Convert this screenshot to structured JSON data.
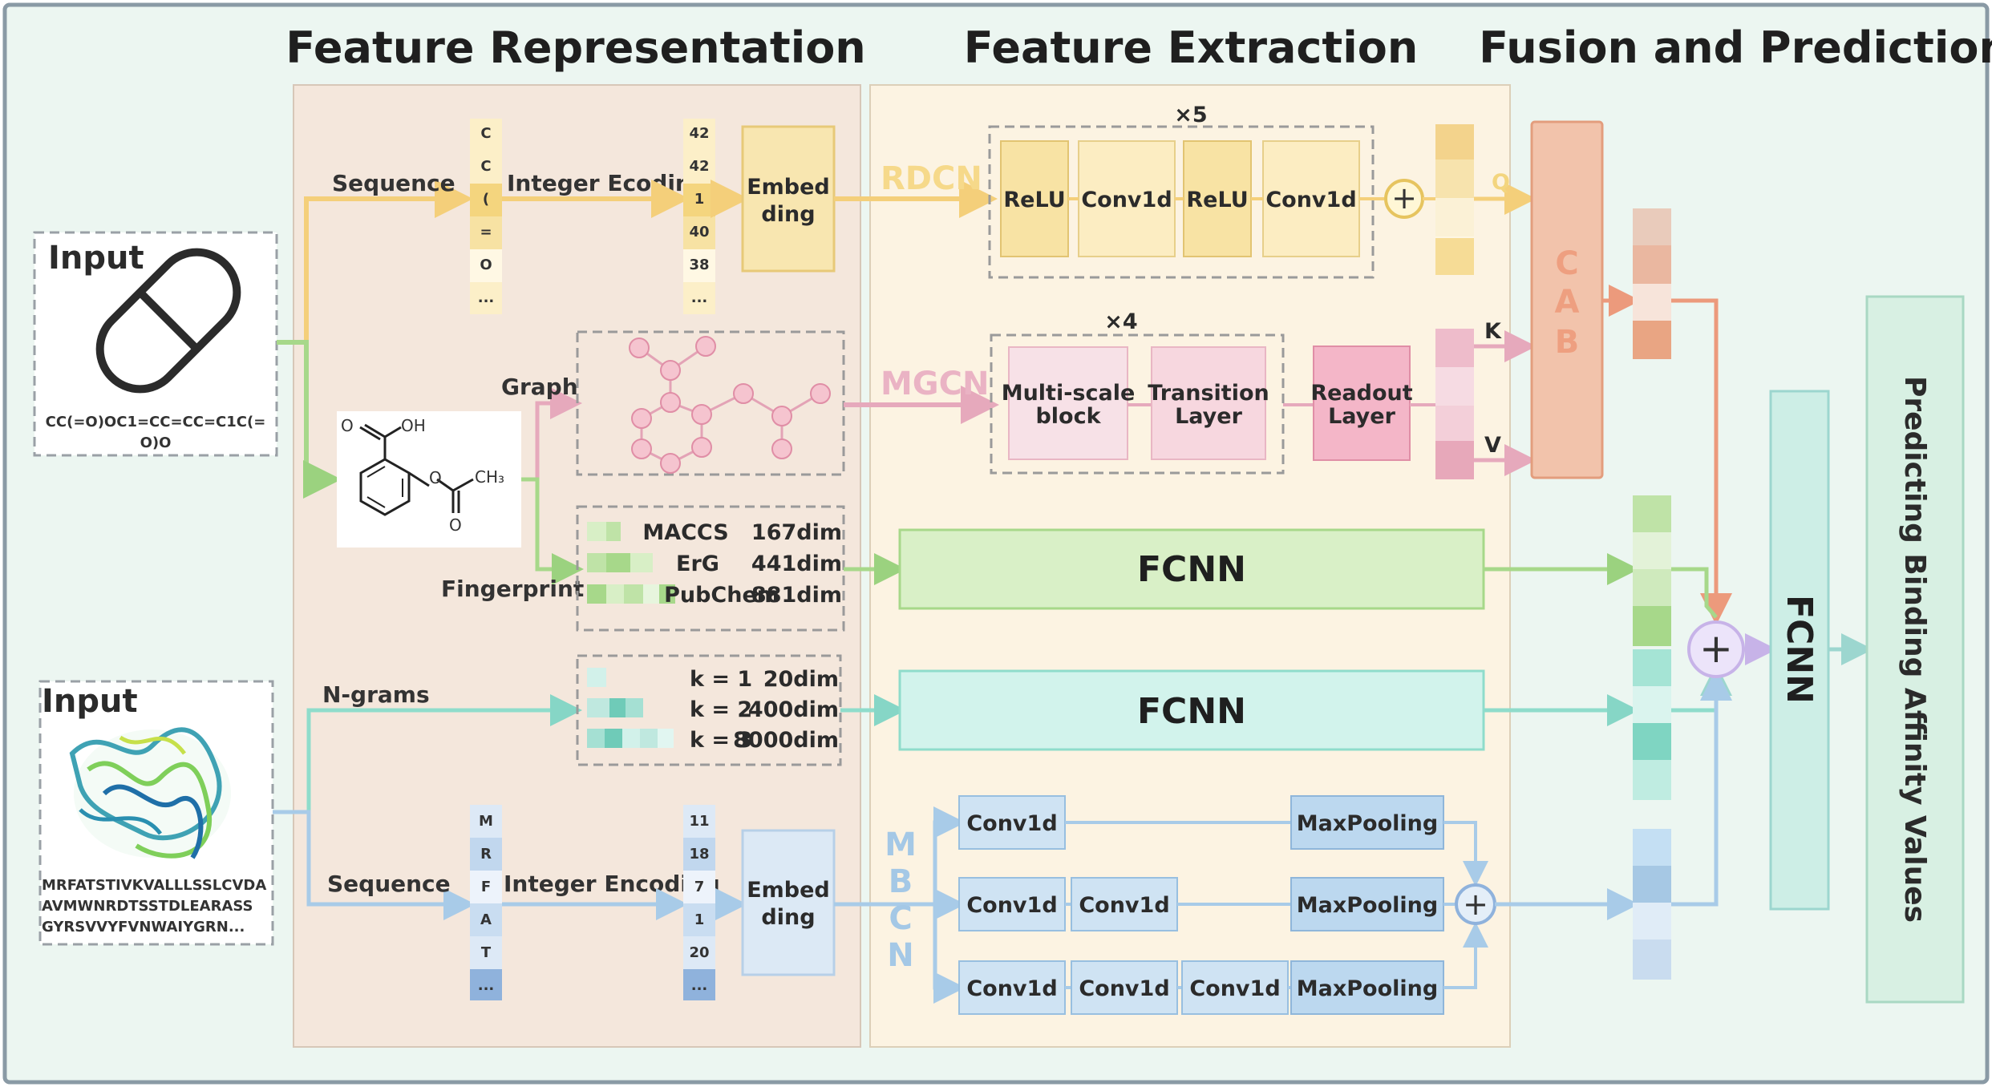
{
  "headers": {
    "representation": "Feature Representation",
    "extraction": "Feature Extraction",
    "fusion": "Fusion and Prediction"
  },
  "drug": {
    "input_label": "Input",
    "smiles_line1": "CC(=O)OC1=CC=CC=C1C(=",
    "smiles_line2": "O)O",
    "sequence_label": "Sequence",
    "encoding_label": "Integer Ecoding",
    "tokens": [
      "C",
      "C",
      "(",
      "=",
      "O",
      "..."
    ],
    "codes": [
      "42",
      "42",
      "1",
      "40",
      "38",
      "..."
    ],
    "embed_line1": "Embed",
    "embed_line2": "ding",
    "graph_label": "Graph",
    "fingerprint_label": "Fingerprint",
    "oh_label": "OH",
    "o_label": "O",
    "ch3_label": "CH₃",
    "fingerprints": [
      {
        "name": "MACCS",
        "dim": "167dim"
      },
      {
        "name": "ErG",
        "dim": "441dim"
      },
      {
        "name": "PubChem",
        "dim": "881dim"
      }
    ]
  },
  "protein": {
    "input_label": "Input",
    "seq_line1": "MRFATSTIVKVALLLSSLCVDA",
    "seq_line2": "AVMWNRDTSSTDLEARASS",
    "seq_line3": "GYRSVVYFVNWAIYGRN...",
    "ngrams_label": "N-grams",
    "ngrams": [
      {
        "k": "k = 1",
        "dim": "20dim"
      },
      {
        "k": "k = 2",
        "dim": "400dim"
      },
      {
        "k": "k = 3",
        "dim": "8000dim"
      }
    ],
    "sequence_label": "Sequence",
    "encoding_label": "Integer  Encoding",
    "tokens": [
      "M",
      "R",
      "F",
      "A",
      "T",
      "..."
    ],
    "codes": [
      "11",
      "18",
      "7",
      "1",
      "20",
      "..."
    ],
    "embed_line1": "Embed",
    "embed_line2": "ding"
  },
  "extraction": {
    "rdcn_label": "RDCN",
    "rdcn_repeat": "×5",
    "rdcn_blocks": [
      "ReLU",
      "Conv1d",
      "ReLU",
      "Conv1d"
    ],
    "mgcn_label": "MGCN",
    "mgcn_repeat": "×4",
    "mgcn_block1_line1": "Multi-scale",
    "mgcn_block1_line2": "block",
    "mgcn_block2_line1": "Transition",
    "mgcn_block2_line2": "Layer",
    "readout_line1": "Readout",
    "readout_line2": "Layer",
    "fcnn1": "FCNN",
    "fcnn2": "FCNN",
    "mbcn_letters": [
      "M",
      "B",
      "C",
      "N"
    ],
    "conv_label": "Conv1d",
    "maxpool_label": "MaxPooling",
    "plus": "+"
  },
  "fusion": {
    "q": "Q",
    "k": "K",
    "v": "V",
    "cab_letters": [
      "C",
      "A",
      "B"
    ],
    "fcnn": "FCNN",
    "predict": "Predicting Binding Affinity Values",
    "plus": "+"
  },
  "colors": {
    "drug_seq": "#f6d98a",
    "graph": "#e6a9bc",
    "fingerprint": "#a7d88a",
    "ngram": "#8fdccb",
    "protein_seq": "#a8cbe8",
    "cab": "#f1bfa8",
    "fusion_line": "#c7b3e8"
  }
}
